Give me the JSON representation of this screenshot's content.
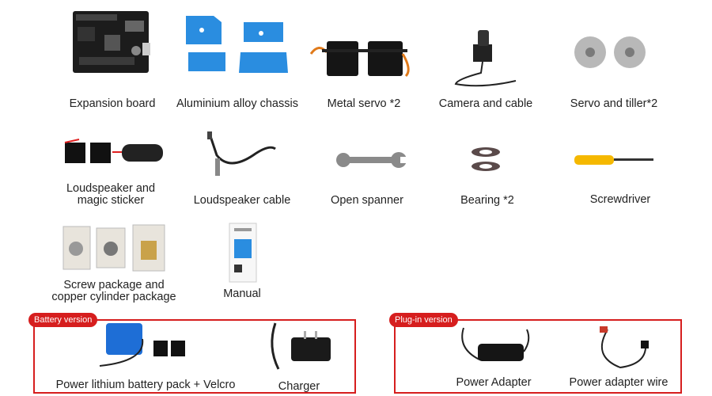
{
  "items": {
    "expansion_board": "Expansion board",
    "chassis": "Aluminium alloy chassis",
    "metal_servo": "Metal servo *2",
    "camera": "Camera and cable",
    "servo_tiller": "Servo and tiller*2",
    "loudspeaker_line1": "Loudspeaker and",
    "loudspeaker_line2": "magic sticker",
    "loudspeaker_cable": "Loudspeaker cable",
    "open_spanner": "Open spanner",
    "bearing": "Bearing *2",
    "screwdriver": "Screwdriver",
    "screw_line1": "Screw package and",
    "screw_line2": "copper cylinder package",
    "manual": "Manual"
  },
  "battery_version": {
    "badge": "Battery version",
    "battery_pack": "Power lithium battery pack + Velcro",
    "charger": "Charger"
  },
  "plugin_version": {
    "badge": "Plug-in version",
    "power_adapter": "Power Adapter",
    "adapter_wire": "Power adapter wire"
  },
  "colors": {
    "accent_red": "#d61e1e",
    "chassis_blue": "#2a8de0"
  }
}
